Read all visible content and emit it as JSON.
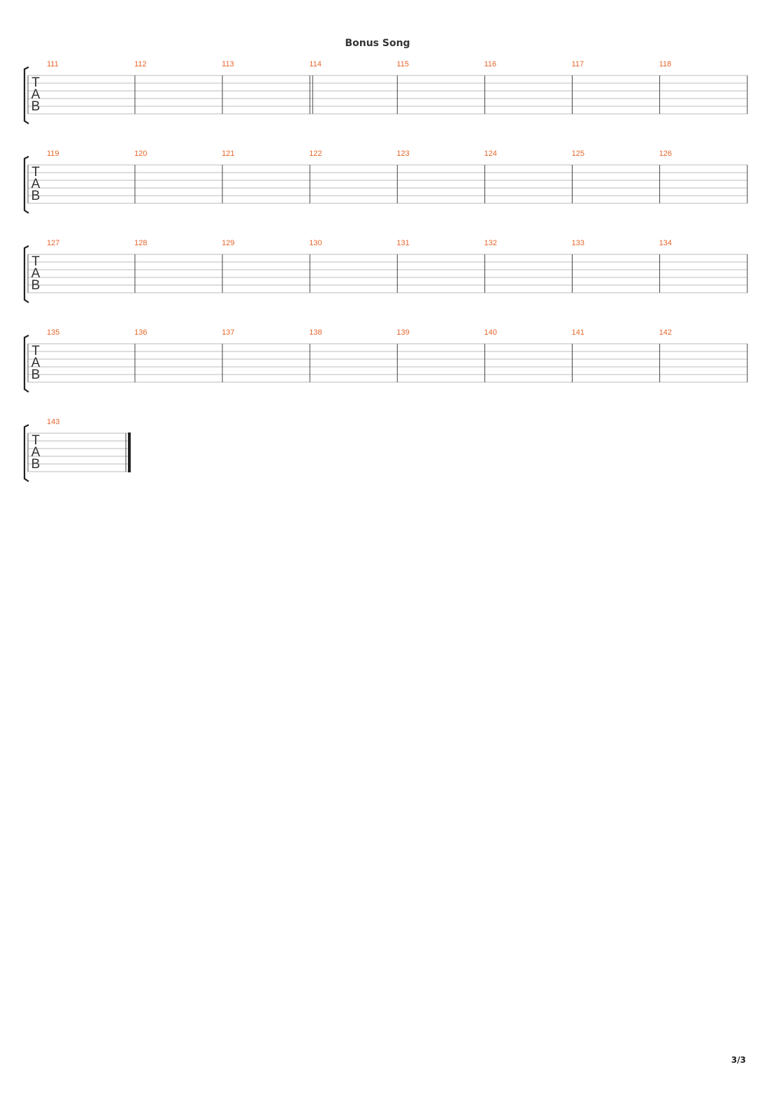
{
  "title": "Bonus Song",
  "page_number": "3/3",
  "tab_letters": [
    "T",
    "A",
    "B"
  ],
  "measure_number_color": "#e8652a",
  "systems": [
    {
      "measures": [
        "111",
        "112",
        "113",
        "114",
        "115",
        "116",
        "117",
        "118"
      ],
      "repeat_after_index": 2,
      "final": false
    },
    {
      "measures": [
        "119",
        "120",
        "121",
        "122",
        "123",
        "124",
        "125",
        "126"
      ],
      "repeat_after_index": -1,
      "final": false
    },
    {
      "measures": [
        "127",
        "128",
        "129",
        "130",
        "131",
        "132",
        "133",
        "134"
      ],
      "repeat_after_index": -1,
      "final": false
    },
    {
      "measures": [
        "135",
        "136",
        "137",
        "138",
        "139",
        "140",
        "141",
        "142"
      ],
      "repeat_after_index": -1,
      "final": false
    },
    {
      "measures": [
        "143"
      ],
      "repeat_after_index": -1,
      "final": true
    }
  ]
}
